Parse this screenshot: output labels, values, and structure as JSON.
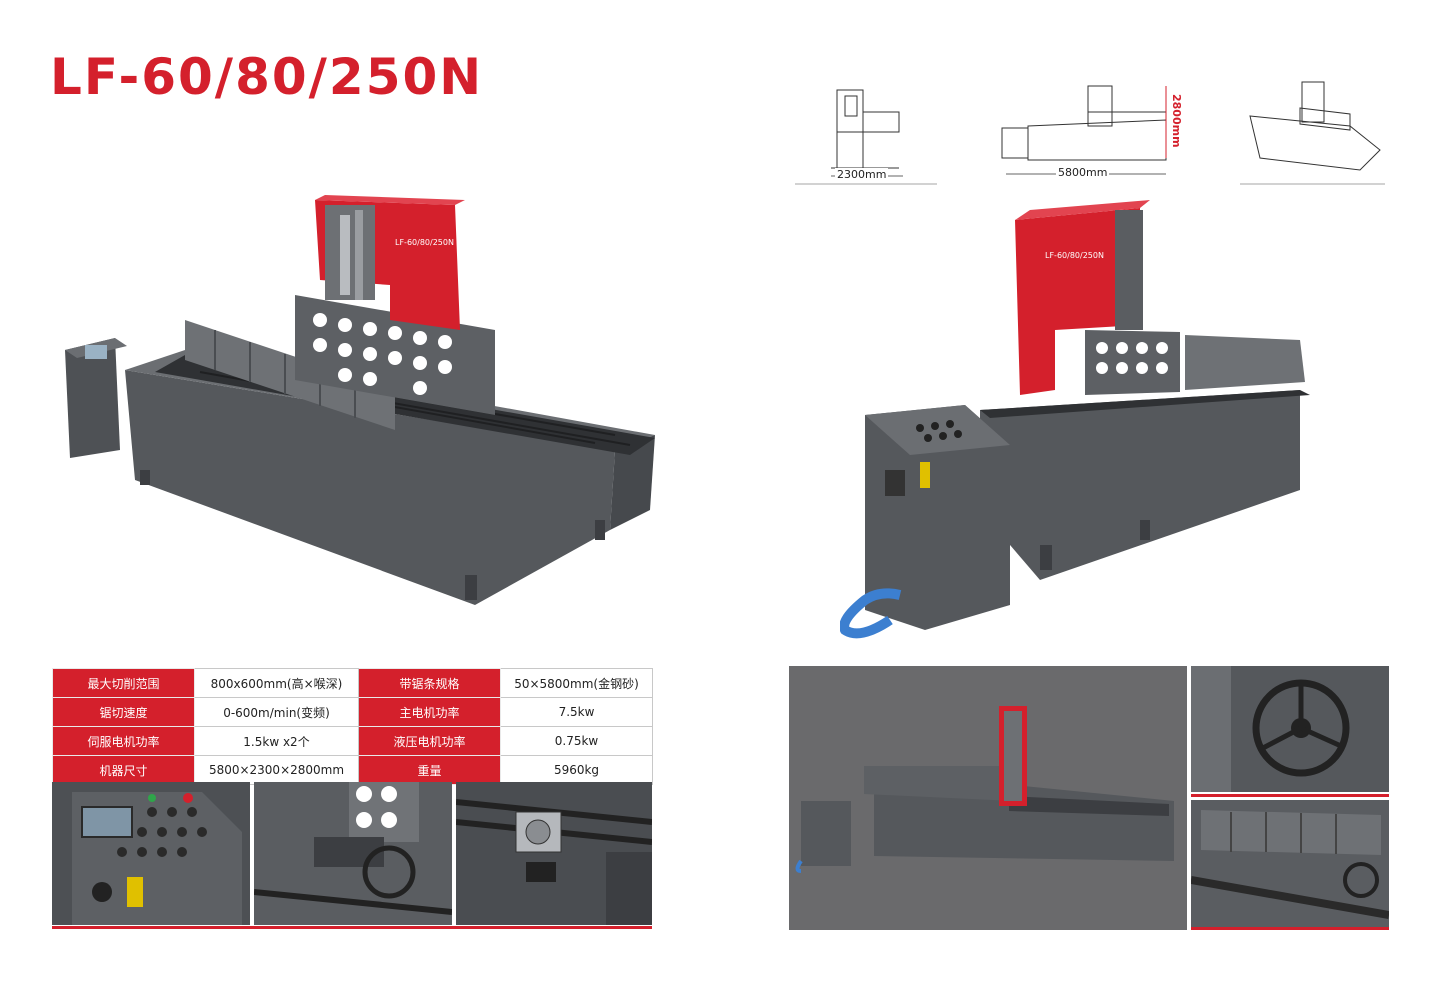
{
  "title": "LF-60/80/250N",
  "machine_label": "LF-60/80/250N",
  "dimensions": {
    "width": "2300mm",
    "length": "5800mm",
    "height": "2800mm"
  },
  "specs": [
    {
      "label1": "最大切削范围",
      "value1": "800x600mm(高×喉深)",
      "label2": "带锯条规格",
      "value2": "50×5800mm(金钢砂)"
    },
    {
      "label1": "锯切速度",
      "value1": "0-600m/min(变频)",
      "label2": "主电机功率",
      "value2": "7.5kw"
    },
    {
      "label1": "伺服电机功率",
      "value1": "1.5kw x2个",
      "label2": "液压电机功率",
      "value2": "0.75kw"
    },
    {
      "label1": "机器尺寸",
      "value1": "5800×2300×2800mm",
      "label2": "重量",
      "value2": "5960kg"
    }
  ],
  "colors": {
    "brand_red": "#d4202c",
    "machine_gray": "#55585c",
    "machine_dark": "#3c3e42",
    "photo_bg": "#6a6a6c"
  },
  "icons": [
    "control-panel-icon",
    "handwheel-icon",
    "saw-wheel-icon"
  ]
}
